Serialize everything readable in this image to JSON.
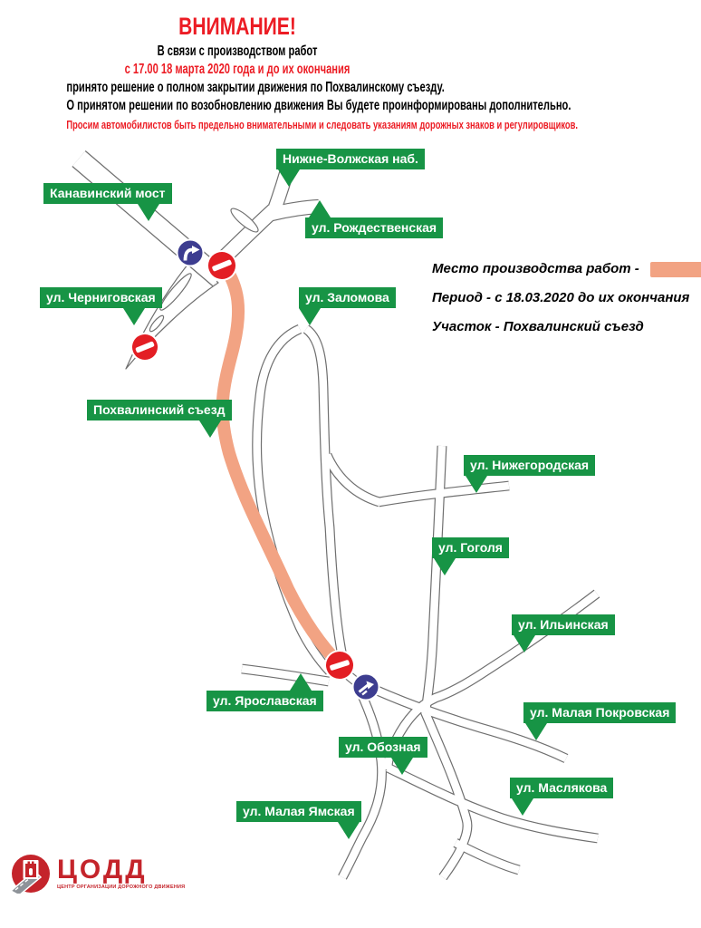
{
  "notice": {
    "title": "ВНИМАНИЕ!",
    "lines": [
      {
        "text": "В связи с производством работ",
        "color": "black"
      },
      {
        "text": "с 17.00 18 марта 2020 года и до их окончания",
        "color": "red"
      },
      {
        "text": "принято решение о полном закрытии движения по Похвалинскому съезду.",
        "color": "black"
      },
      {
        "text": "О принятом решении по возобновлению движения Вы будете проинформированы дополнительно.",
        "color": "black"
      },
      {
        "text": "Просим автомобилистов быть предельно внимательными и следовать указаниям дорожных знаков и регулировщиков.",
        "color": "red"
      }
    ]
  },
  "legend": {
    "work_site_label": "Место производства работ -",
    "period": "Период - с 18.03.2020 до их окончания",
    "section": "Участок - Похвалинский съезд",
    "highlight_color": "#F2A383"
  },
  "map": {
    "labels": [
      {
        "id": "nizhne-volzhskaya",
        "text": "Нижне-Волжская наб."
      },
      {
        "id": "kanavinsky-most",
        "text": "Канавинский мост"
      },
      {
        "id": "rozhdestvenskaya",
        "text": "ул. Рождественская"
      },
      {
        "id": "chernigovskaya",
        "text": "ул. Черниговская"
      },
      {
        "id": "zalomova",
        "text": "ул. Заломова"
      },
      {
        "id": "pokhvalinsky-sezd",
        "text": "Похвалинский съезд"
      },
      {
        "id": "nizhegorodskaya",
        "text": "ул. Нижегородская"
      },
      {
        "id": "gogolya",
        "text": "ул. Гоголя"
      },
      {
        "id": "ilinskaya",
        "text": "ул. Ильинская"
      },
      {
        "id": "yaroslavskaya",
        "text": "ул. Ярославская"
      },
      {
        "id": "malaya-pokrovskaya",
        "text": "ул. Малая Покровская"
      },
      {
        "id": "oboznaya",
        "text": "ул. Обозная"
      },
      {
        "id": "maslyakova",
        "text": "ул. Маслякова"
      },
      {
        "id": "malaya-yamskaya",
        "text": "ул. Малая Ямская"
      }
    ],
    "signs": [
      {
        "type": "no-entry",
        "count": 3
      },
      {
        "type": "turn-right",
        "count": 1
      },
      {
        "type": "lane-direction",
        "count": 1
      }
    ],
    "colors": {
      "label_green": "#179445",
      "closed_road": "#F2A383",
      "no_entry_red": "#E31E24",
      "sign_blue": "#3D3D90"
    }
  },
  "logo": {
    "name": "ЦОДД",
    "tagline": "ЦЕНТР ОРГАНИЗАЦИИ ДОРОЖНОГО ДВИЖЕНИЯ"
  }
}
